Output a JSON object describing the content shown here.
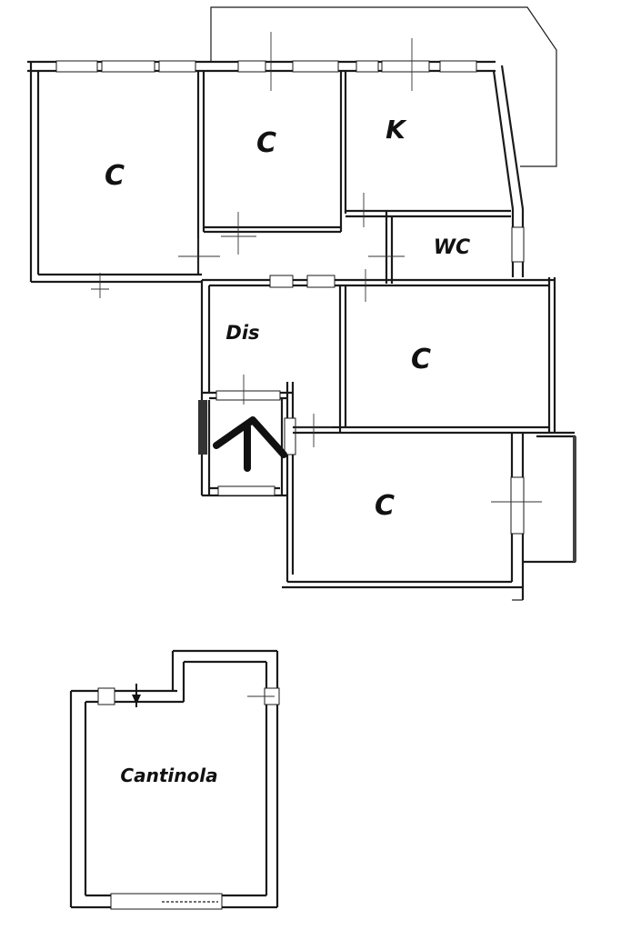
{
  "plan": {
    "rooms": [
      {
        "id": "bedroom-1",
        "label": "C"
      },
      {
        "id": "bedroom-2",
        "label": "C"
      },
      {
        "id": "kitchen",
        "label": "K"
      },
      {
        "id": "wc",
        "label": "WC"
      },
      {
        "id": "hallway",
        "label": "Dis"
      },
      {
        "id": "bedroom-3",
        "label": "C"
      },
      {
        "id": "bedroom-4",
        "label": "C"
      }
    ],
    "cellar": {
      "label": "Cantinola"
    }
  },
  "colors": {
    "wall": "#1a1a1a",
    "background": "#ffffff"
  }
}
